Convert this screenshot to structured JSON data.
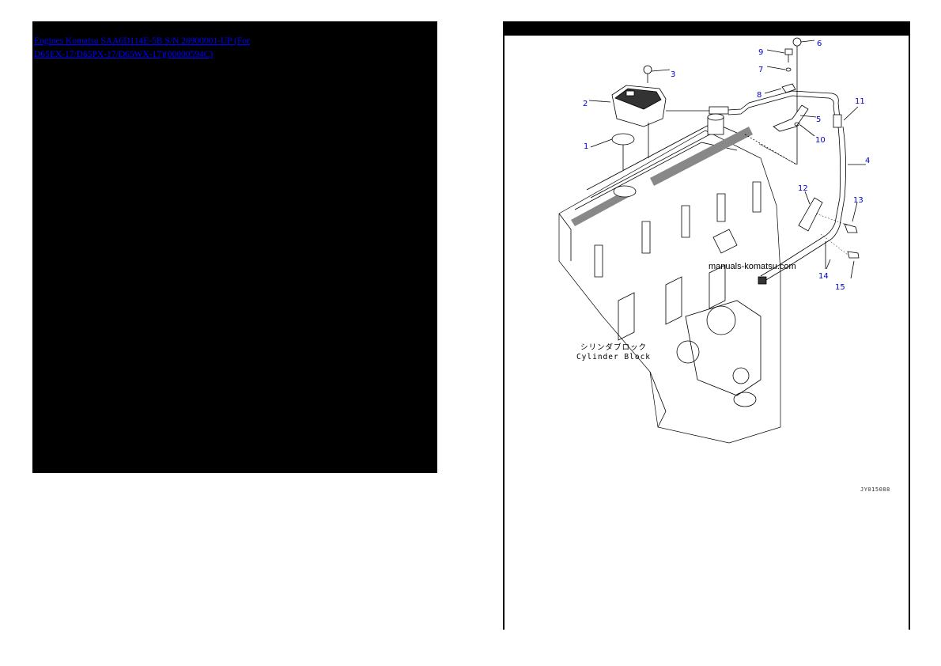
{
  "left_panel": {
    "title_link_part1": "Engines Komatsu",
    "title_link_part2": "SAA6D114E-5B S/N 26900001-UP (For D65EX-17/D65PX-17/D65WX-17)(00000594C)",
    "background": "#000000",
    "link_color": "#0000ff"
  },
  "right_panel": {
    "header_color": "#000000",
    "diagram": {
      "callouts": [
        {
          "id": "1",
          "label": "1"
        },
        {
          "id": "2",
          "label": "2"
        },
        {
          "id": "3",
          "label": "3"
        },
        {
          "id": "4",
          "label": "4"
        },
        {
          "id": "5",
          "label": "5"
        },
        {
          "id": "6",
          "label": "6"
        },
        {
          "id": "7",
          "label": "7"
        },
        {
          "id": "8",
          "label": "8"
        },
        {
          "id": "9",
          "label": "9"
        },
        {
          "id": "10",
          "label": "10"
        },
        {
          "id": "11",
          "label": "11"
        },
        {
          "id": "12",
          "label": "12"
        },
        {
          "id": "13",
          "label": "13"
        },
        {
          "id": "14",
          "label": "14"
        },
        {
          "id": "15",
          "label": "15"
        }
      ],
      "watermark": "manuals-komatsu.com",
      "part_label_jp": "シリンダブロック",
      "part_label_en": "Cylinder Block",
      "figure_code": "JY015088",
      "callout_color": "#0000cc"
    }
  }
}
